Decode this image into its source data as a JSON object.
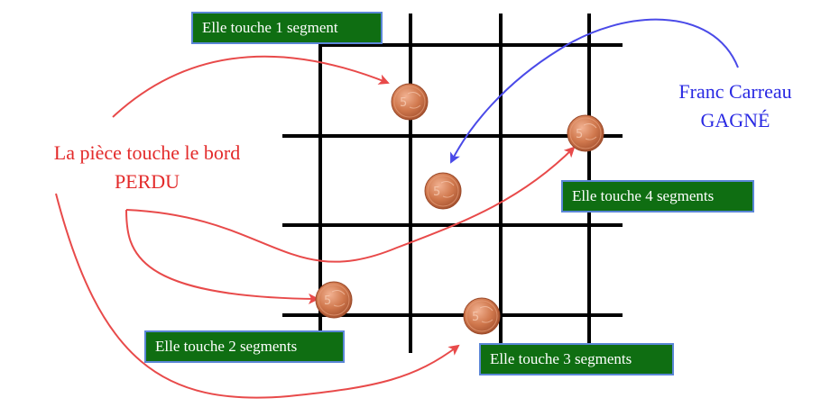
{
  "colors": {
    "grid": "#000000",
    "label_bg": "#0f6e12",
    "label_border": "#5a86d6",
    "lose": "#e32a2a",
    "win": "#3a3ae8",
    "coin": "#c0683f"
  },
  "lose_text": {
    "line1": "La pièce touche le bord",
    "line2": "PERDU"
  },
  "win_text": {
    "line1": "Franc Carreau",
    "line2": "GAGNÉ"
  },
  "labels": {
    "one": "Elle touche 1 segment",
    "two": "Elle touche 2 segments",
    "three": "Elle touche 3 segments",
    "four": "Elle touche 4 segments"
  },
  "coins": [
    {
      "name": "coin-touching-1-segment",
      "icon": "5-cent-coin-icon",
      "segments": 1
    },
    {
      "name": "coin-franc-carreau",
      "icon": "5-cent-coin-icon",
      "segments": 0
    },
    {
      "name": "coin-touching-4-segments",
      "icon": "5-cent-coin-icon",
      "segments": 4
    },
    {
      "name": "coin-touching-2-segments",
      "icon": "5-cent-coin-icon",
      "segments": 2
    },
    {
      "name": "coin-touching-3-segments",
      "icon": "5-cent-coin-icon",
      "segments": 3
    }
  ],
  "coin_text": "5"
}
